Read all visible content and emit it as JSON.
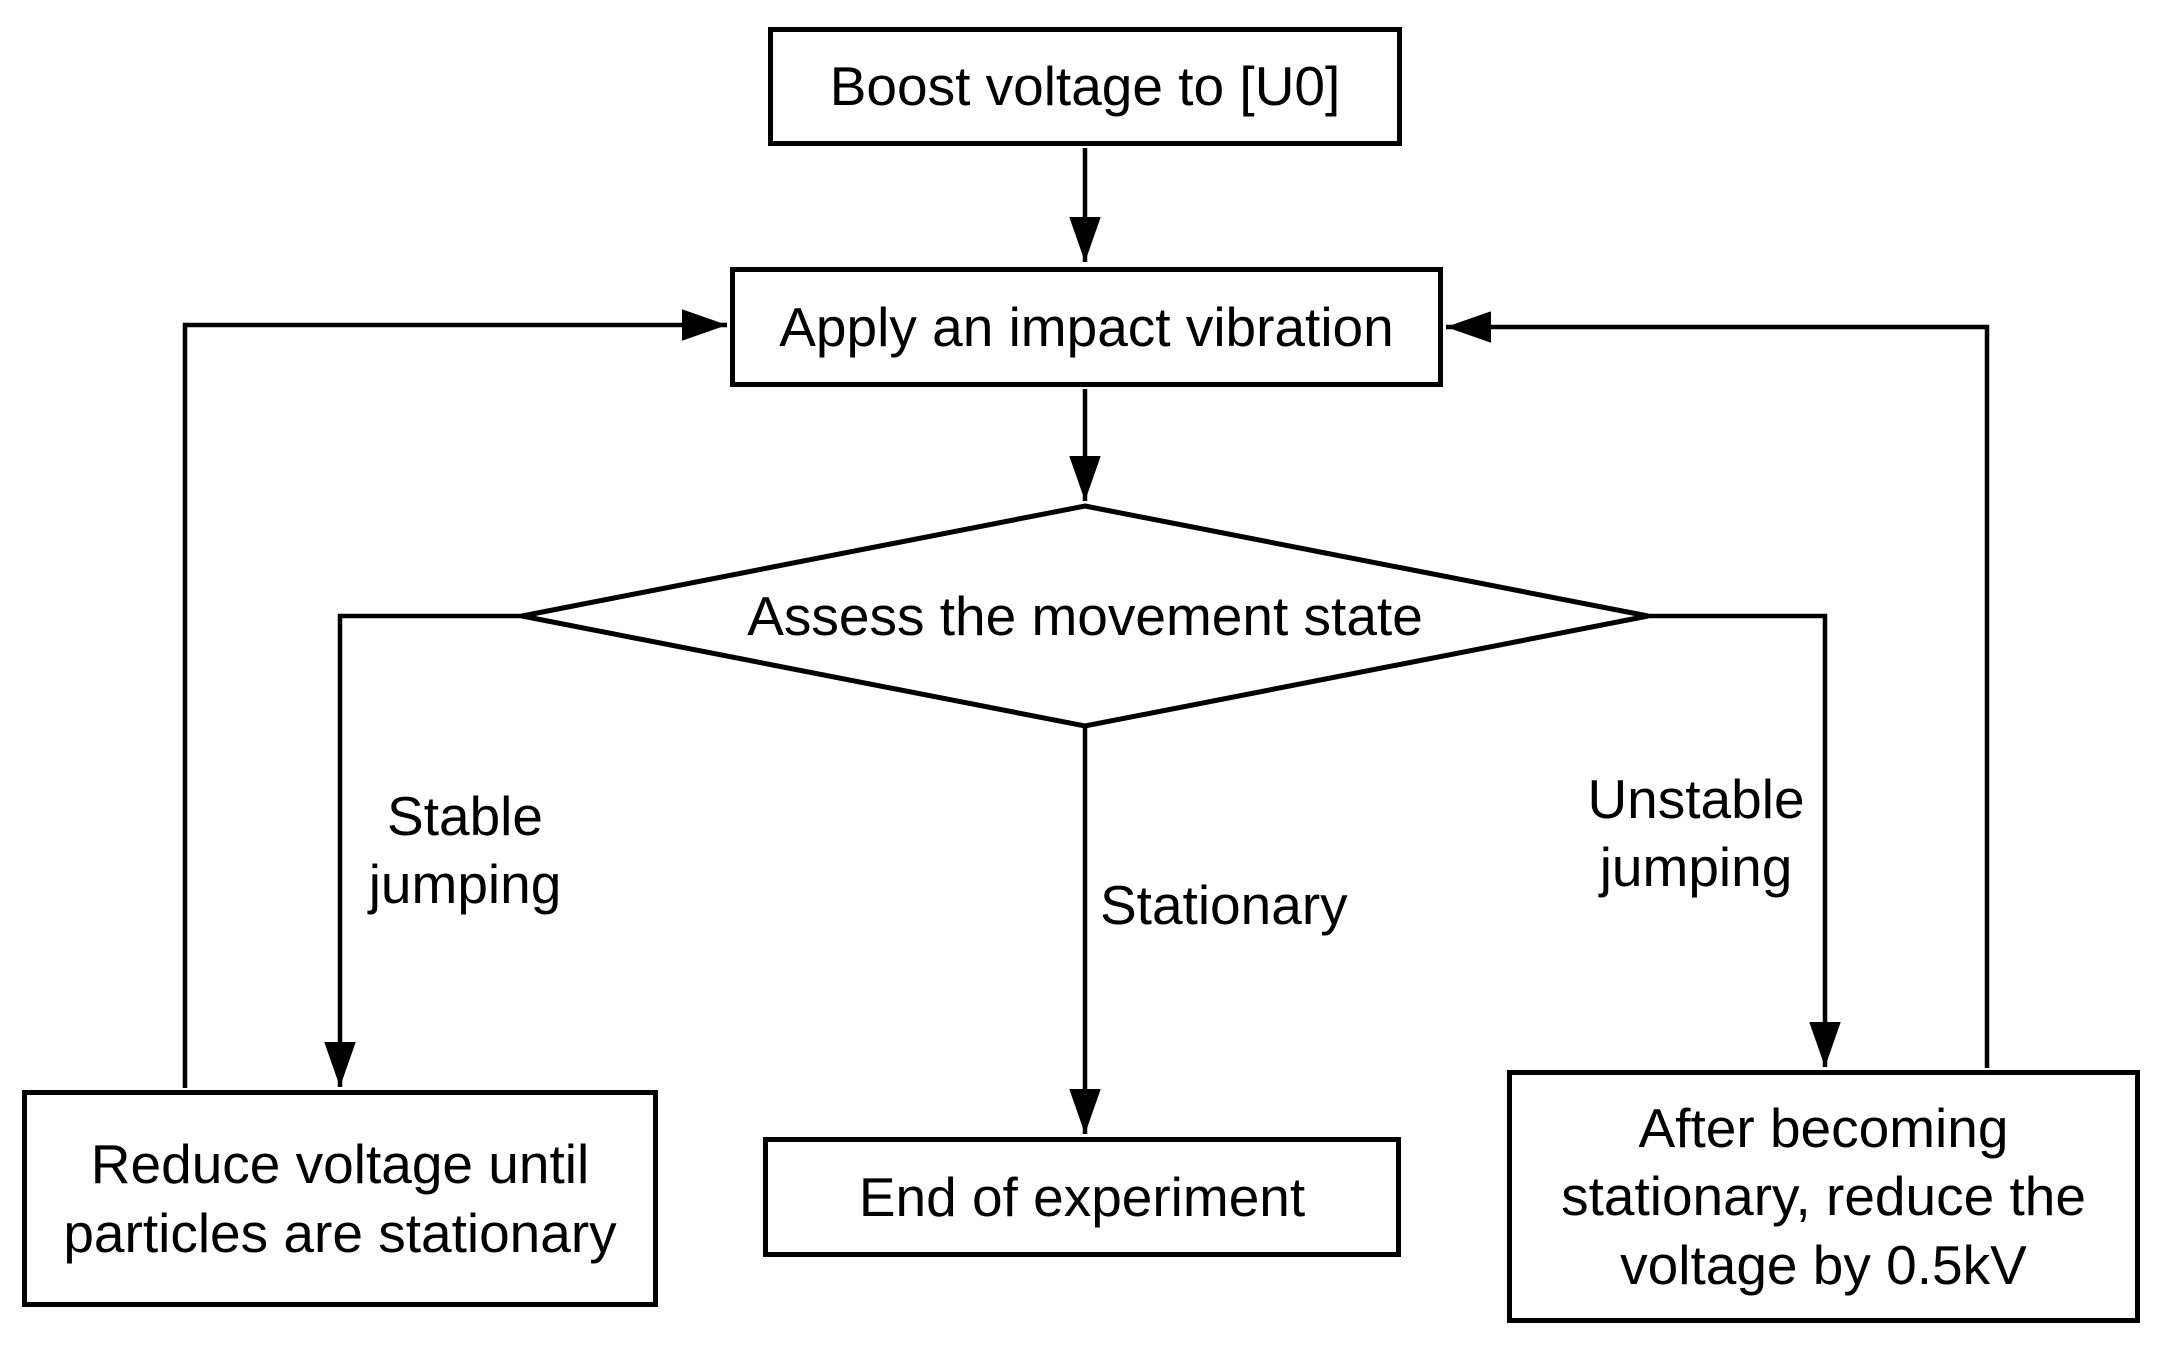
{
  "flowchart": {
    "nodes": {
      "boost": {
        "label": "Boost voltage to [U0]",
        "shape": "rectangle"
      },
      "apply": {
        "label": "Apply an impact vibration",
        "shape": "rectangle"
      },
      "assess": {
        "label": "Assess the movement state",
        "shape": "diamond"
      },
      "reduce": {
        "label": "Reduce voltage until\nparticles are stationary",
        "shape": "rectangle"
      },
      "end": {
        "label": "End of experiment",
        "shape": "rectangle"
      },
      "after": {
        "label": "After becoming\nstationary, reduce the\nvoltage by 0.5kV",
        "shape": "rectangle"
      }
    },
    "edges": [
      {
        "from": "boost",
        "to": "apply",
        "label": ""
      },
      {
        "from": "apply",
        "to": "assess",
        "label": ""
      },
      {
        "from": "assess",
        "to": "reduce",
        "label": "Stable\njumping"
      },
      {
        "from": "assess",
        "to": "end",
        "label": "Stationary"
      },
      {
        "from": "assess",
        "to": "after",
        "label": "Unstable\njumping"
      },
      {
        "from": "reduce",
        "to": "apply",
        "label": ""
      },
      {
        "from": "after",
        "to": "apply",
        "label": ""
      }
    ],
    "colors": {
      "line": "#000000",
      "text": "#000000",
      "background": "#ffffff"
    }
  }
}
